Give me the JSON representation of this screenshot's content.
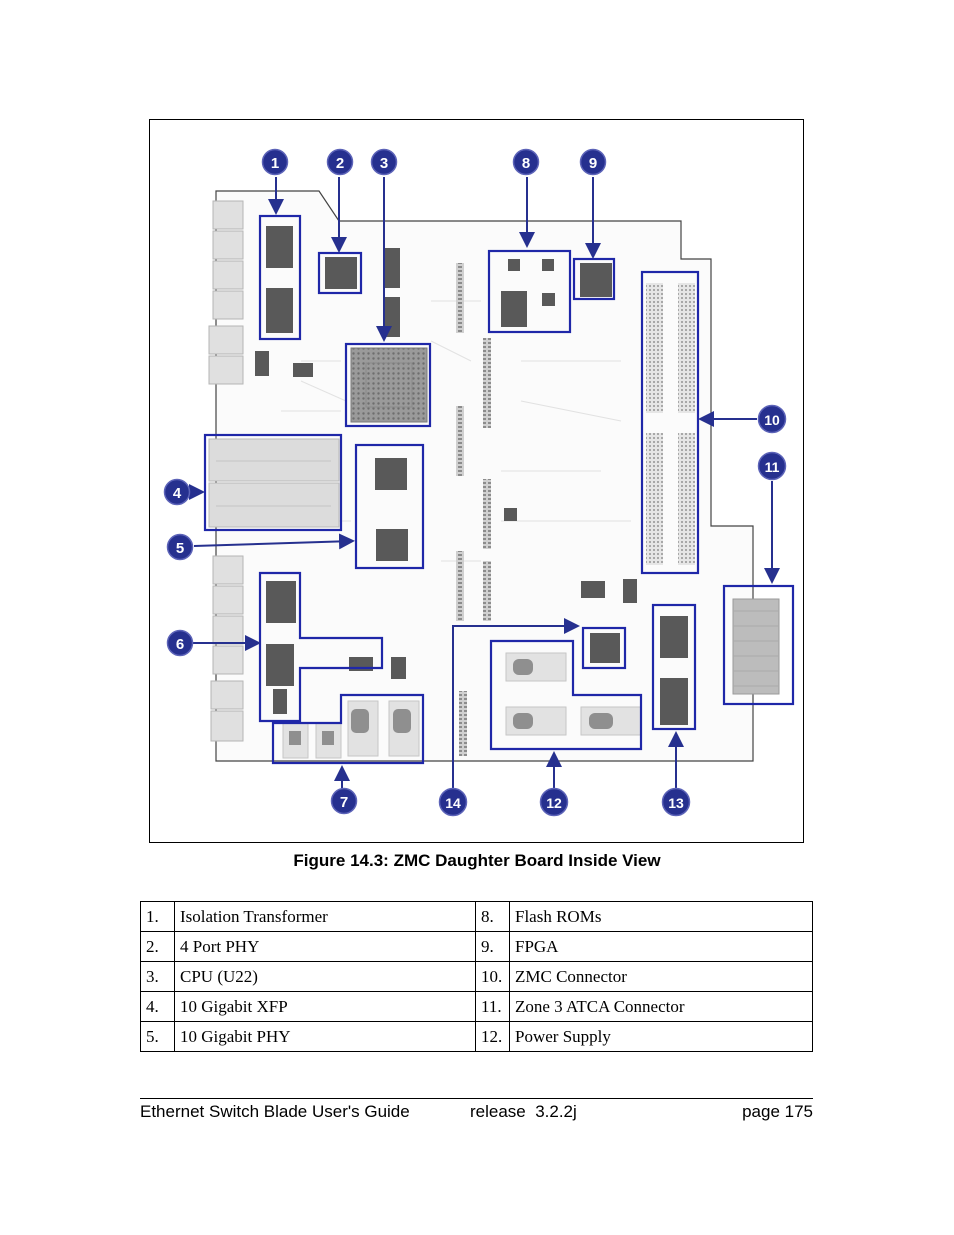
{
  "figure": {
    "caption": "Figure 14.3: ZMC Daughter Board Inside View",
    "callouts": [
      "1",
      "2",
      "3",
      "4",
      "5",
      "6",
      "7",
      "8",
      "9",
      "10",
      "11",
      "12",
      "13",
      "14"
    ],
    "colors": {
      "callout": "#26308f",
      "pcb_outline": "#444444",
      "chip": "#555555",
      "component_light": "#d8d8d8"
    }
  },
  "legend": [
    {
      "n1": "1.",
      "l1": "Isolation Transformer",
      "n2": "8.",
      "l2": "Flash ROMs"
    },
    {
      "n1": "2.",
      "l1": "4 Port PHY",
      "n2": "9.",
      "l2": "FPGA"
    },
    {
      "n1": "3.",
      "l1": "CPU (U22)",
      "n2": "10.",
      "l2": "ZMC Connector"
    },
    {
      "n1": "4.",
      "l1": "10 Gigabit XFP",
      "n2": "11.",
      "l2": "Zone 3 ATCA Connector"
    },
    {
      "n1": "5.",
      "l1": "10 Gigabit PHY",
      "n2": "12.",
      "l2": "Power Supply"
    }
  ],
  "footer": {
    "title": "Ethernet Switch Blade User's Guide",
    "release": "release  3.2.2j",
    "page": "page 175"
  }
}
